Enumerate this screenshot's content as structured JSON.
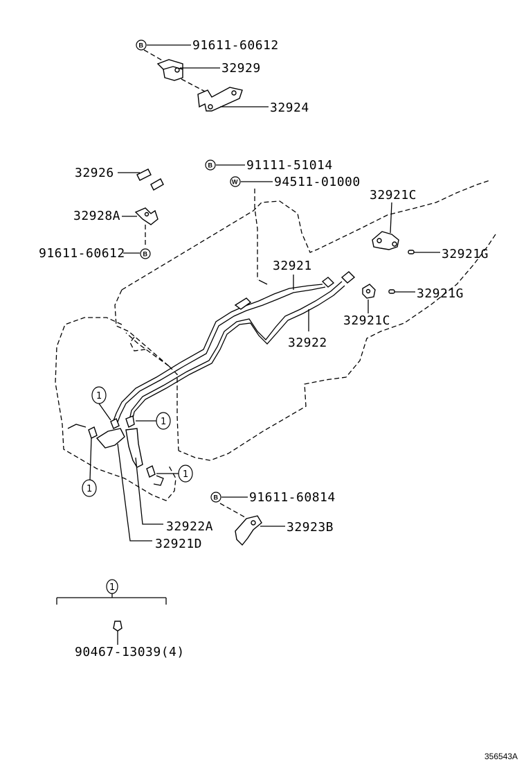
{
  "labels": {
    "p91611_60612_top": "91611-60612",
    "p32929": "32929",
    "p32924": "32924",
    "p32926": "32926",
    "p91111_51014": "91111-51014",
    "p94511_01000": "94511-01000",
    "p32928A": "32928A",
    "p91611_60612_mid": "91611-60612",
    "p32921C_top": "32921C",
    "p32921G_upper": "32921G",
    "p32921G_lower": "32921G",
    "p32921": "32921",
    "p32922": "32922",
    "p32921C_mid": "32921C",
    "p91611_60814": "91611-60814",
    "p32922A": "32922A",
    "p32923B": "32923B",
    "p32921D": "32921D",
    "p90467_13039": "90467-13039(4)",
    "ref_code": "356543A"
  },
  "symbols": {
    "bolt": "B",
    "washer": "W",
    "callout": "1"
  }
}
